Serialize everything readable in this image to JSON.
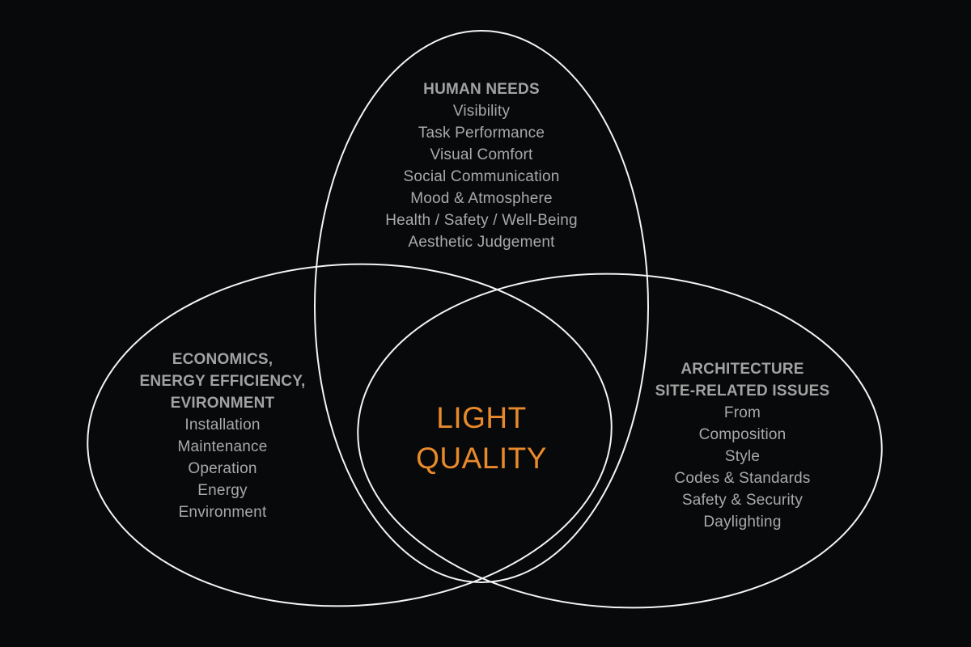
{
  "colors": {
    "background": "#08090b",
    "outline": "#f4f4f4",
    "text": "#a9a9a9",
    "center_accent": "#e88a2c"
  },
  "human_needs": {
    "heading": "HUMAN NEEDS",
    "items": [
      "Visibility",
      "Task Performance",
      "Visual Comfort",
      "Social Communication",
      "Mood & Atmosphere",
      "Health / Safety / Well-Being",
      "Aesthetic Judgement"
    ]
  },
  "economics": {
    "heading_lines": [
      "ECONOMICS,",
      "ENERGY EFFICIENCY,",
      "EVIRONMENT"
    ],
    "items": [
      "Installation",
      "Maintenance",
      "Operation",
      "Energy",
      "Environment"
    ]
  },
  "architecture": {
    "heading_lines": [
      "ARCHITECTURE",
      "SITE-RELATED ISSUES"
    ],
    "items": [
      "From",
      "Composition",
      "Style",
      "Codes & Standards",
      "Safety & Security",
      "Daylighting"
    ]
  },
  "center": {
    "lines": [
      "LIGHT",
      "QUALITY"
    ]
  }
}
